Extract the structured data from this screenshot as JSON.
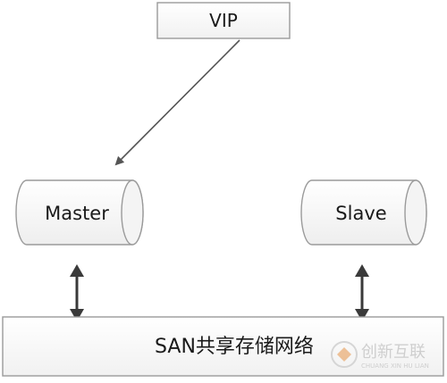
{
  "diagram": {
    "vip_label": "VIP",
    "master_label": "Master",
    "slave_label": "Slave",
    "san_label": "SAN共享存储网络"
  },
  "watermark": {
    "brand_text": "创新互联",
    "sub_text": "CHUANG XIN HU LIAN"
  }
}
